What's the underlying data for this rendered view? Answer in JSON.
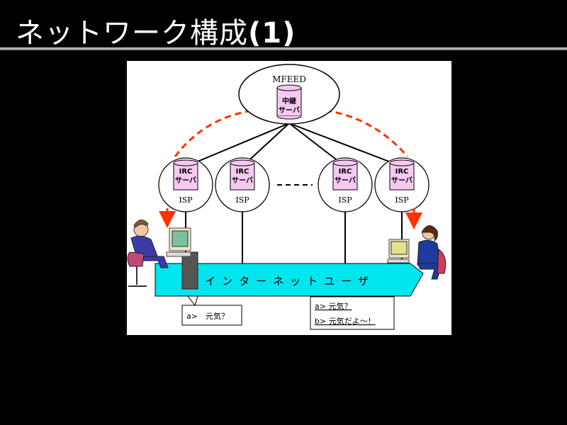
{
  "slide": {
    "title": "ネットワーク構成",
    "title_num": "(1)"
  },
  "diagram": {
    "top_node": {
      "label": "MFEED",
      "server_line1": "中継",
      "server_line2": "サーバ"
    },
    "isp_nodes": [
      {
        "server_line1": "IRC",
        "server_line2": "サーバ",
        "label": "ISP"
      },
      {
        "server_line1": "IRC",
        "server_line2": "サーバ",
        "label": "ISP"
      },
      {
        "server_line1": "IRC",
        "server_line2": "サーバ",
        "label": "ISP"
      },
      {
        "server_line1": "IRC",
        "server_line2": "サーバ",
        "label": "ISP"
      }
    ],
    "internet_users_label": "インターネットユーザ",
    "left_callout": "a>　元気？",
    "right_callout_line1": "a> 元気？",
    "right_callout_line2": "b> 元気だよ～！",
    "colors": {
      "server": "#f6c8f2",
      "band": "#00e6ee",
      "arrow": "#ff3300",
      "screen_left": "#7cc0a0",
      "screen_right": "#e6e08a"
    }
  }
}
